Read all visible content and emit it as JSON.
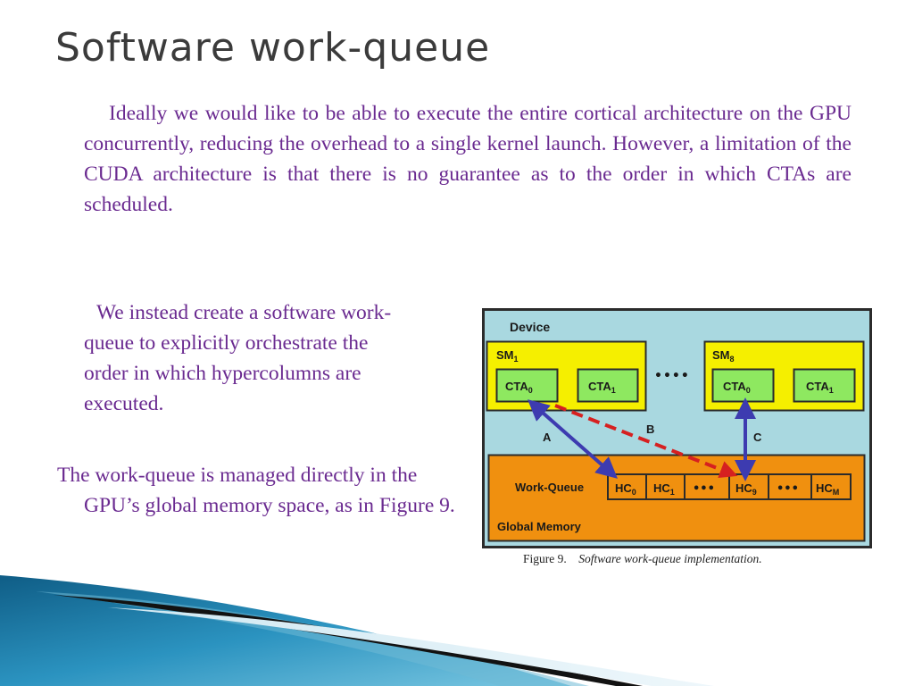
{
  "slide": {
    "title": "Software work-queue",
    "paragraphs": [
      "Ideally we would like to be able to execute the entire cortical architecture on the GPU concurrently, reducing the overhead to a single kernel launch. However, a limitation of the CUDA architecture is that there is no guarantee as to the order in which CTAs are scheduled.",
      "We instead create a software work-queue to explicitly orchestrate the order in which hypercolumns are executed.",
      "The work-queue is managed directly in the GPU’s global memory space, as in Figure 9."
    ]
  },
  "figure": {
    "device_label": "Device",
    "sm_left": {
      "label": "SM",
      "sub": "1",
      "ctas": [
        {
          "label": "CTA",
          "sub": "0"
        },
        {
          "label": "CTA",
          "sub": "1"
        }
      ]
    },
    "sm_right": {
      "label": "SM",
      "sub": "8",
      "ctas": [
        {
          "label": "CTA",
          "sub": "0"
        },
        {
          "label": "CTA",
          "sub": "1"
        }
      ]
    },
    "sm_ellipsis": "••••",
    "workqueue_label": "Work-Queue",
    "global_memory_label": "Global Memory",
    "queue_cells": [
      {
        "label": "HC",
        "sub": "0"
      },
      {
        "label": "HC",
        "sub": "1"
      },
      {
        "label": "•••",
        "sub": ""
      },
      {
        "label": "HC",
        "sub": "9"
      },
      {
        "label": "•••",
        "sub": ""
      },
      {
        "label": "HC",
        "sub": "M"
      }
    ],
    "arrows": {
      "a": "A",
      "b": "B",
      "c": "C"
    },
    "caption_num": "Figure 9.",
    "caption_text": "Software work-queue implementation.",
    "colors": {
      "device_bg": "#a9d8e0",
      "sm_bg": "#f5ef00",
      "cta_bg": "#8ee860",
      "memory_bg": "#f0900f",
      "arrow_ac": "#3d3bb0",
      "arrow_b": "#d62020"
    }
  }
}
